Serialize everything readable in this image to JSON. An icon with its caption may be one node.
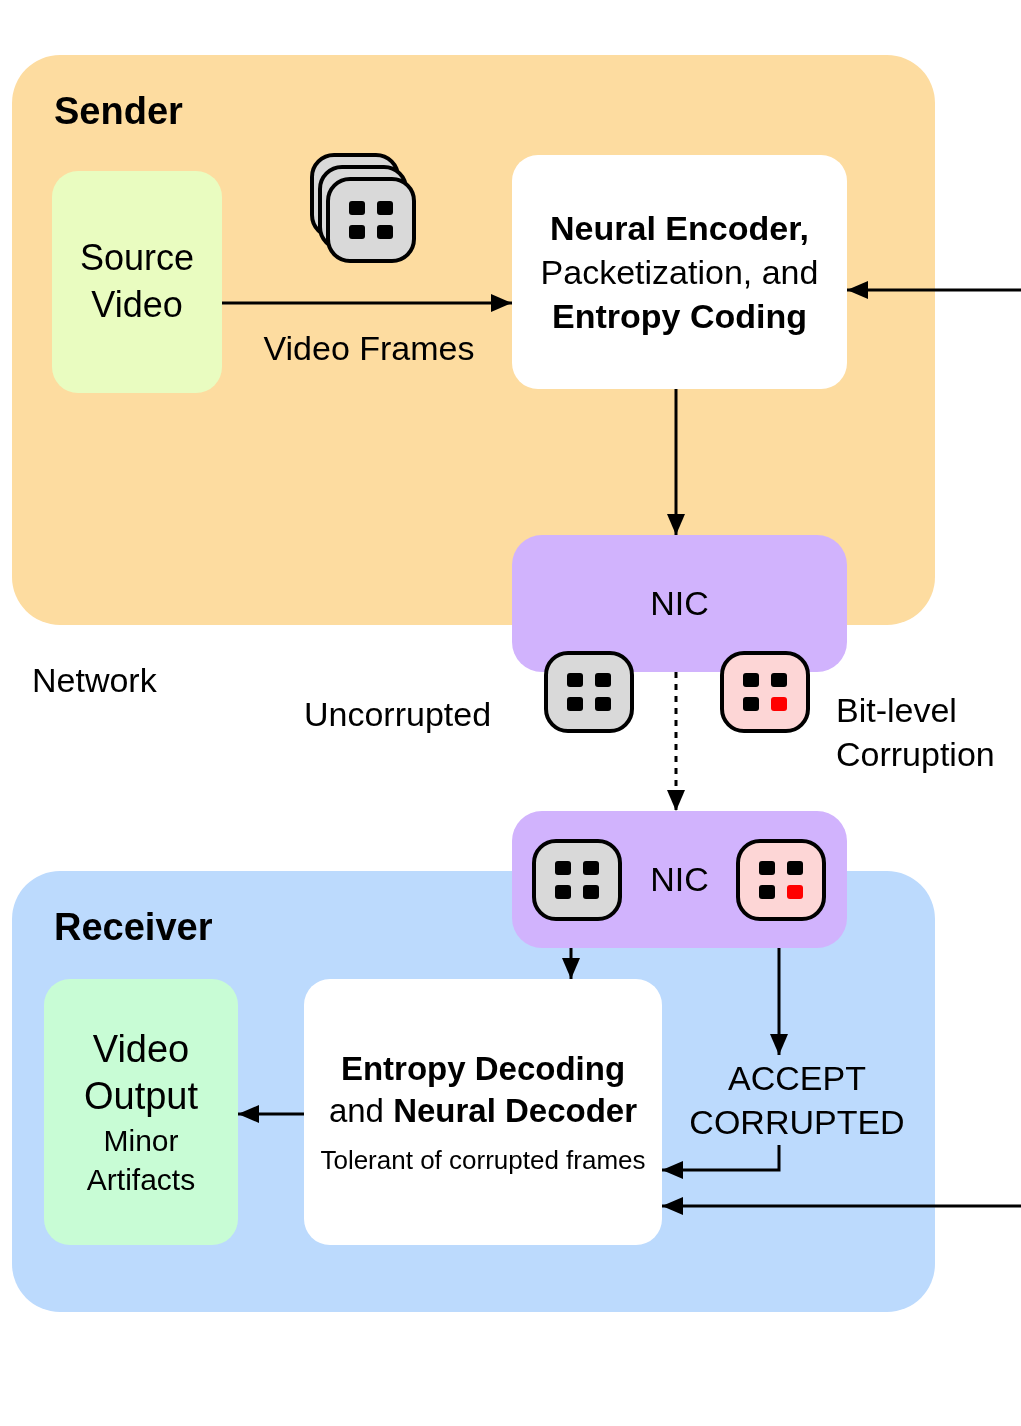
{
  "diagram": {
    "nodes": [
      {
        "text": [
          "Sender"
        ]
      },
      {
        "text": [
          "Source Video"
        ],
        "in": 0
      },
      {
        "text": [
          "**Neural Encoder,** Packetization, and **Entropy Coding**"
        ],
        "in": 0
      },
      {
        "text": [
          "NIC"
        ]
      },
      {
        "text": [
          "Receiver"
        ]
      },
      {
        "text": [
          "NIC"
        ]
      },
      {
        "text": [
          "**Entropy Decoding** and **Neural Decoder**",
          "Tolerant of corrupted frames"
        ],
        "in": 4
      },
      {
        "text": [
          "Video Output",
          "Minor Artifacts"
        ],
        "in": 4
      },
      {
        "text": [
          "ACCEPT CORRUPTED"
        ],
        "in": 4
      }
    ],
    "edges": [
      {
        "from": 1,
        "to": 2,
        "arrow": "to",
        "label": "Video Frames"
      },
      {
        "from": null,
        "to": 2,
        "arrow": "to"
      },
      {
        "from": 2,
        "to": 3,
        "arrow": "to"
      },
      {
        "from": 3,
        "to": 5,
        "arrow": "to",
        "style": "dashed"
      },
      {
        "from": 5,
        "to": 6,
        "arrow": "to"
      },
      {
        "from": 5,
        "to": 8,
        "arrow": "to"
      },
      {
        "from": 8,
        "to": 6,
        "arrow": "to"
      },
      {
        "from": null,
        "to": 6,
        "arrow": "to"
      },
      {
        "from": 6,
        "to": 7,
        "arrow": "to"
      }
    ],
    "labels": [
      "Network",
      "Uncorrupted",
      "Bit-level Corruption"
    ]
  }
}
